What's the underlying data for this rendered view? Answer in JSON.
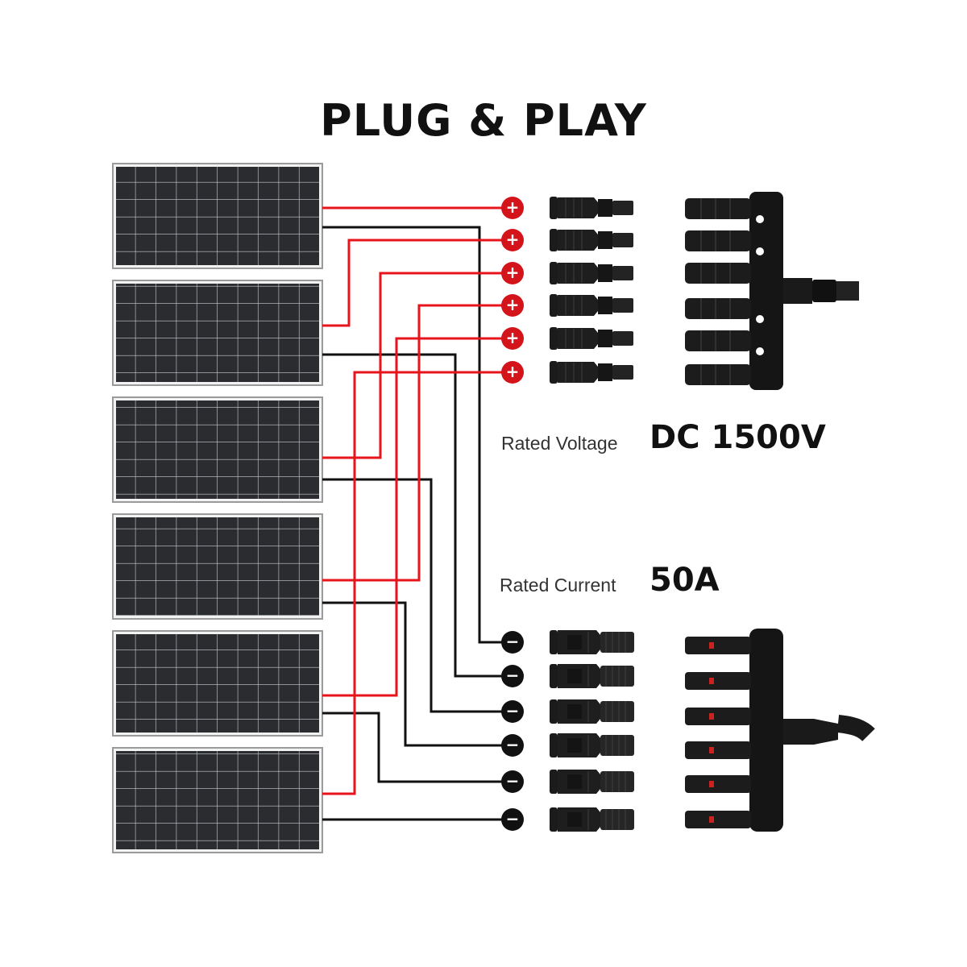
{
  "title": "PLUG & PLAY",
  "specs": {
    "voltage_label": "Rated Voltage",
    "voltage_value": "DC 1500V",
    "current_label": "Rated Current",
    "current_value": "50A"
  },
  "symbols": {
    "positive": "+",
    "negative": "−"
  },
  "panel_count": 6,
  "colors": {
    "positive_wire": "#e8141c",
    "negative_wire": "#111111",
    "panel_cell": "#2a2c30",
    "panel_grid": "#c9ccd1",
    "connector": "#1b1b1b"
  }
}
